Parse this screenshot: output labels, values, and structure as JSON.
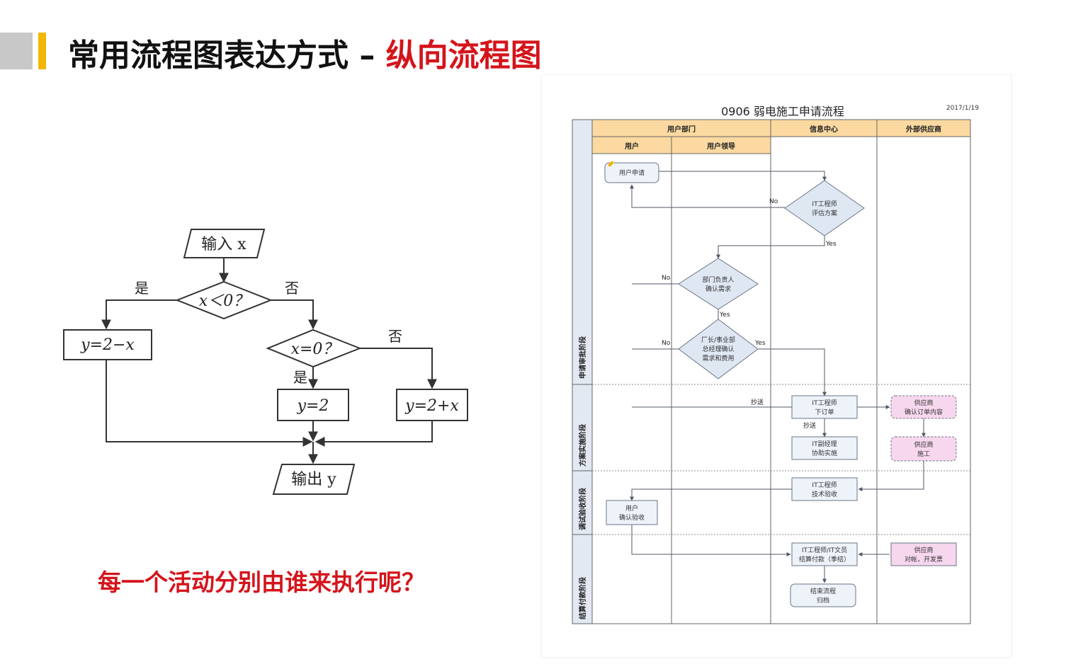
{
  "header": {
    "title_main": "常用流程图表达方式 – ",
    "title_highlight": "纵向流程图"
  },
  "question": "每一个活动分别由谁来执行呢？",
  "left_flowchart": {
    "input": "输入 x",
    "decision1": "x＜0？",
    "yes1": "是",
    "no1": "否",
    "box_neg": "y=2−x",
    "decision2": "x=0？",
    "no2": "否",
    "yes2": "是",
    "box_zero": "y=2",
    "box_pos": "y=2+x",
    "output": "输出 y"
  },
  "swimlane": {
    "title": "0906 弱电施工申请流程",
    "date": "2017/1/19",
    "departments": [
      "用户部门",
      "信息中心",
      "外部供应商"
    ],
    "sub_lanes": [
      "用户",
      "用户领导"
    ],
    "phases": [
      "申请审批阶段",
      "方案实施阶段",
      "调试验收阶段",
      "结算付款阶段"
    ],
    "nodes": {
      "user_apply": "用户申请",
      "it_eval_1": "IT工程师",
      "it_eval_2": "评估方案",
      "dept_confirm_1": "部门负责人",
      "dept_confirm_2": "确认需求",
      "gm_confirm_1": "厂长/事业部",
      "gm_confirm_2": "总经理确认",
      "gm_confirm_3": "需求和费用",
      "it_order_1": "IT工程师",
      "it_order_2": "下订单",
      "it_mgr_1": "IT副经理",
      "it_mgr_2": "协助实施",
      "sup_confirm_1": "供应商",
      "sup_confirm_2": "确认订单内容",
      "sup_build_1": "供应商",
      "sup_build_2": "施工",
      "it_accept_1": "IT工程师",
      "it_accept_2": "技术验收",
      "user_accept_1": "用户",
      "user_accept_2": "确认验收",
      "it_settle_1": "IT工程师/IT文员",
      "it_settle_2": "结算付款（季结）",
      "sup_invoice_1": "供应商",
      "sup_invoice_2": "对帐，开发票",
      "end_1": "结束流程",
      "end_2": "归档"
    },
    "labels": {
      "no_a": "No",
      "yes_a": "Yes",
      "no_b": "No",
      "yes_b": "Yes",
      "no_c": "No",
      "yes_c": "Yes",
      "cc_a": "抄送",
      "cc_b": "抄送"
    },
    "colors": {
      "lane_header": "#fbd9a0",
      "supplier_box": "#f7d7ee",
      "node_fill": "#eef3fa",
      "line": "#505a66"
    }
  }
}
